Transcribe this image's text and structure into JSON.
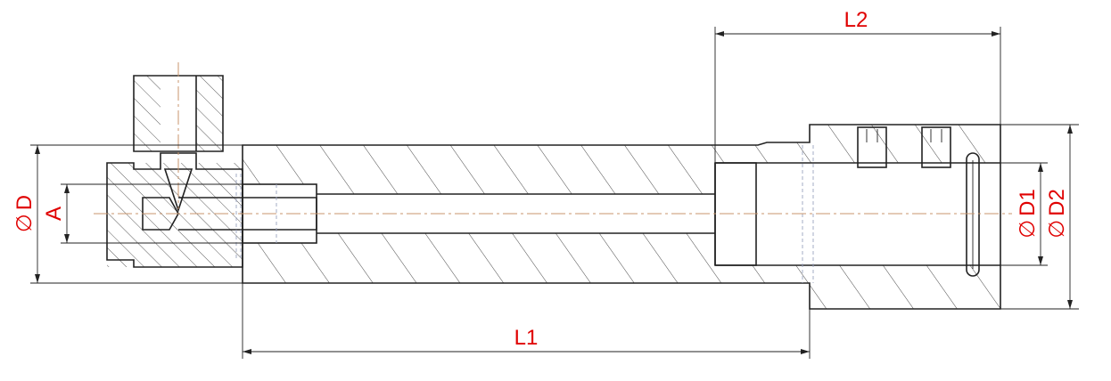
{
  "drawing": {
    "title": "Hydraulic cylinder section drawing",
    "dimensions": {
      "L1": "L1",
      "L2": "L2",
      "D": "D",
      "A": "A",
      "D1": "D1",
      "D2": "D2",
      "diameter_symbol": "∅"
    },
    "colors": {
      "dimension_text": "#e00000",
      "outline": "#222222",
      "centerline": "#c8966e"
    }
  }
}
